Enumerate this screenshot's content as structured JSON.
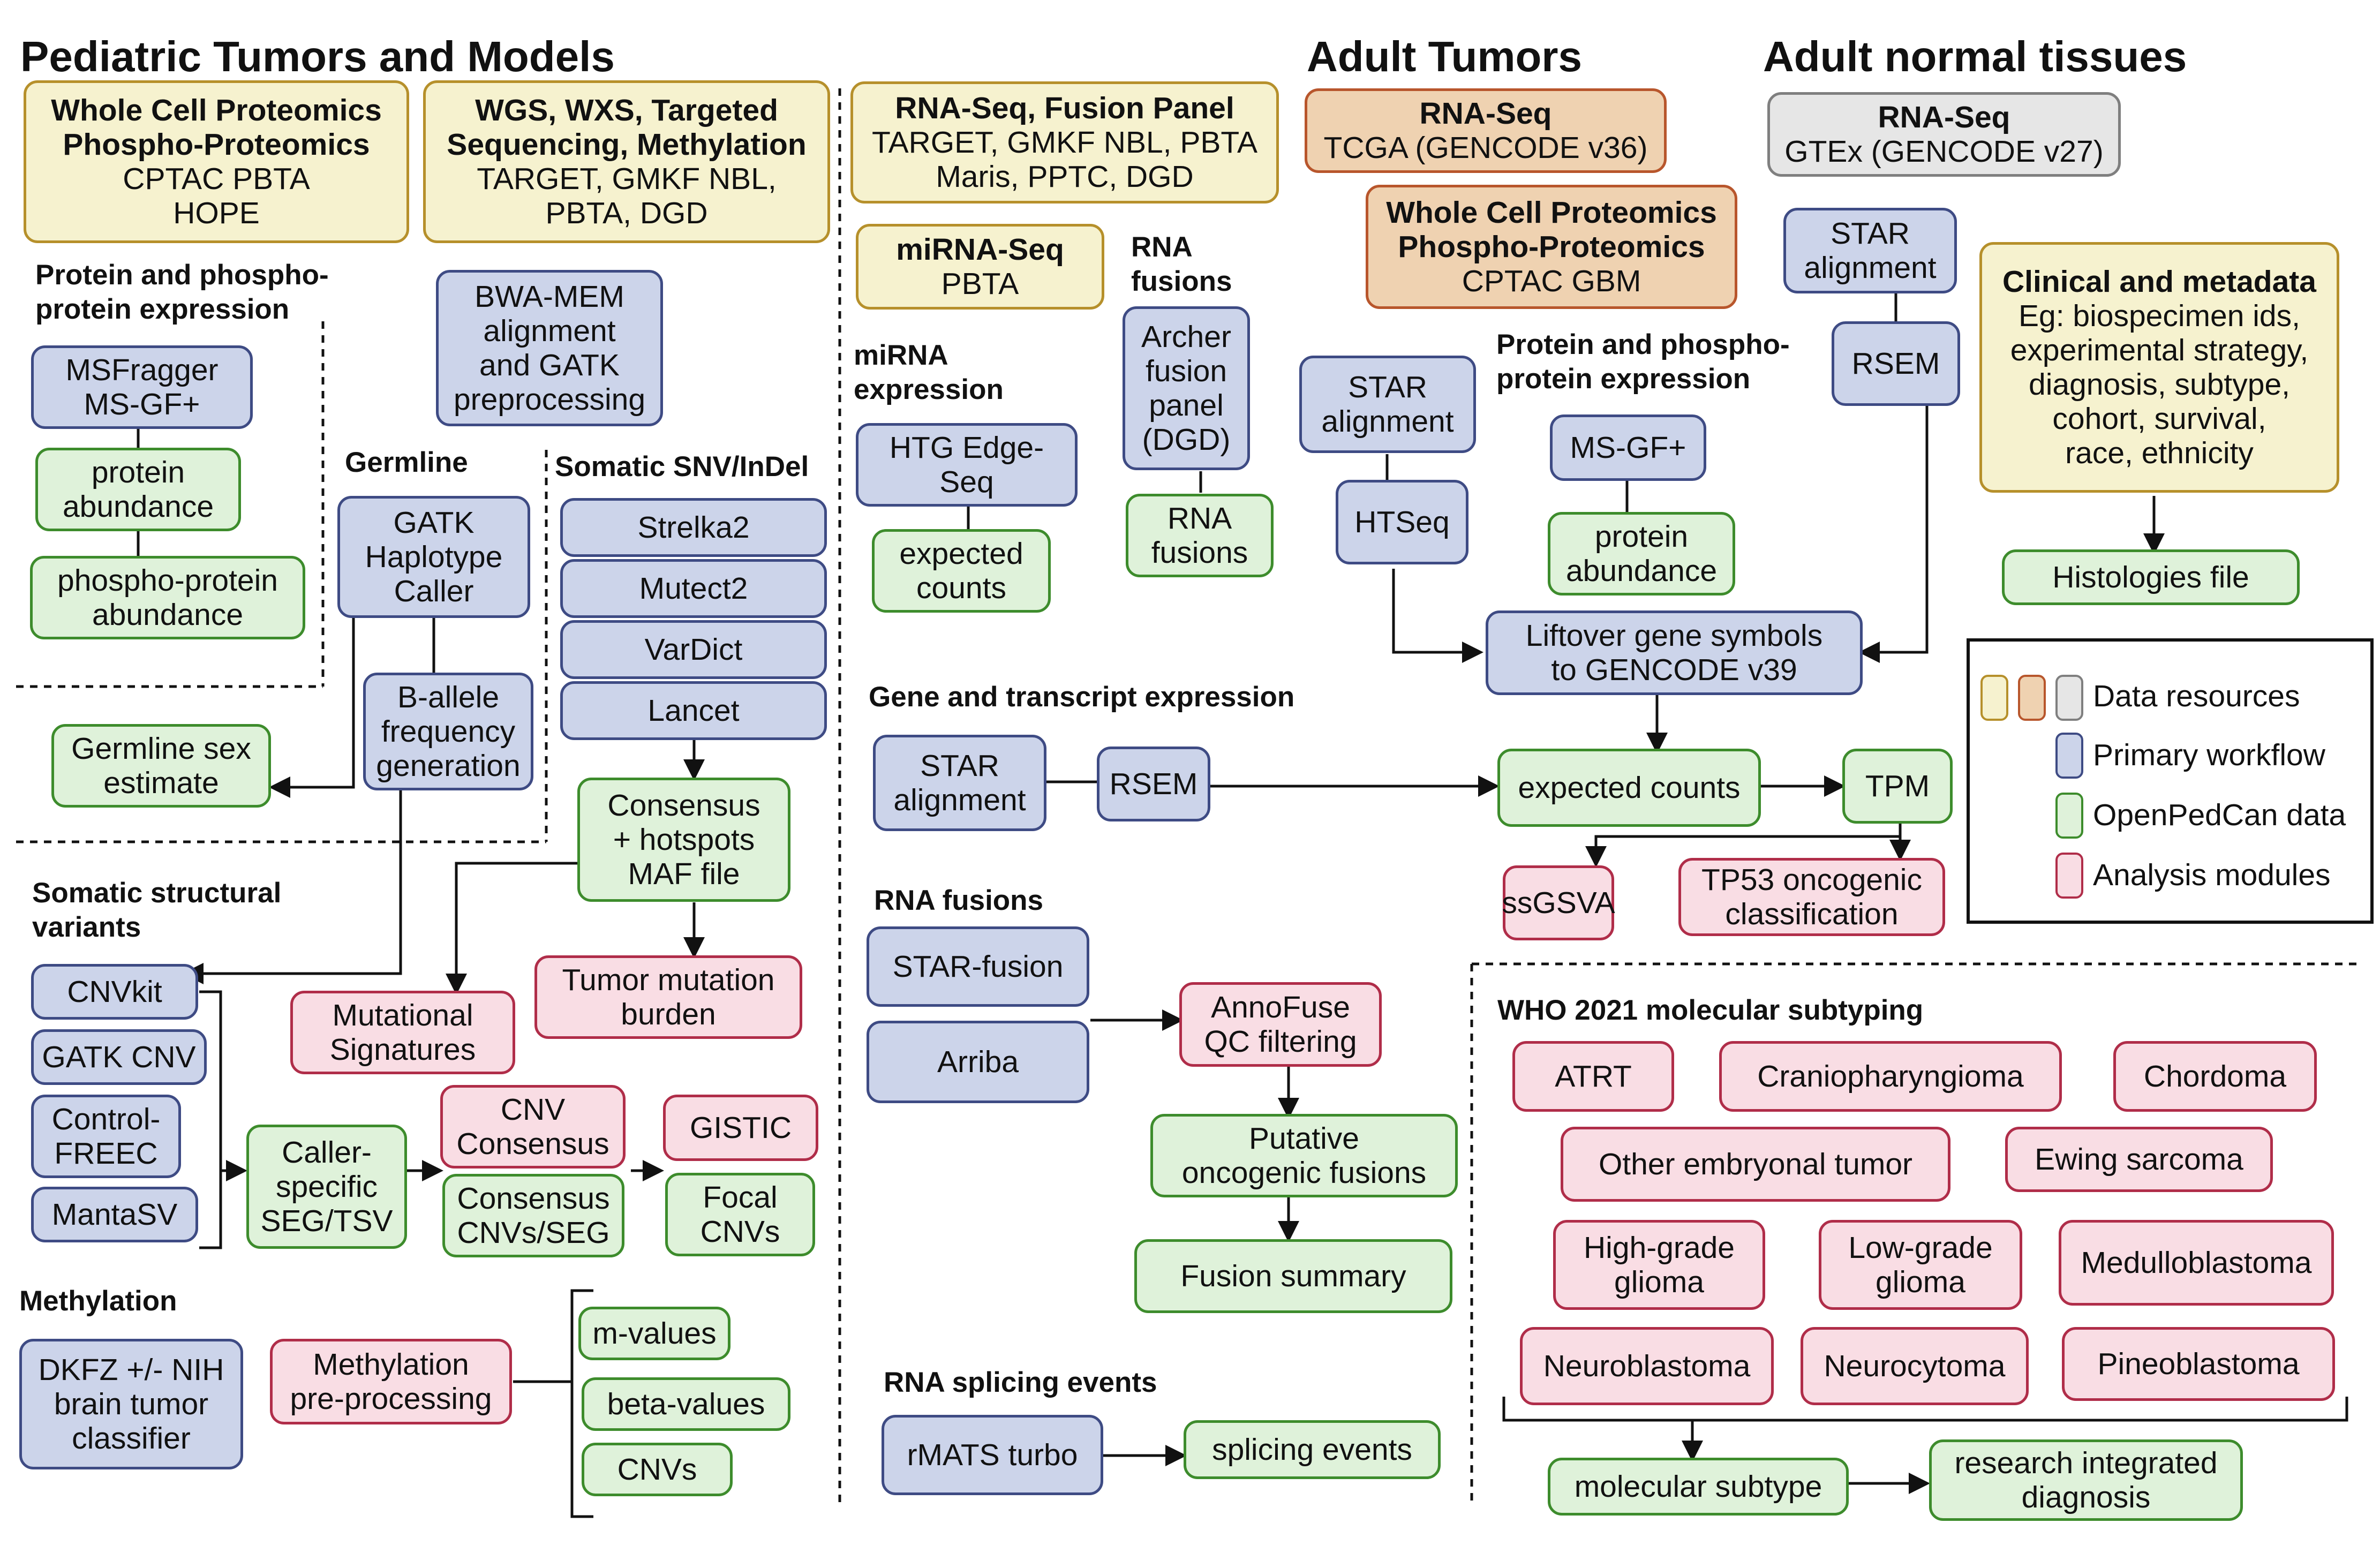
{
  "titles": {
    "pediatric": "Pediatric Tumors and Models",
    "adult_tumors": "Adult Tumors",
    "adult_normal": "Adult normal tissues"
  },
  "sections": {
    "protein_phospho_left": [
      "Protein and phospho-",
      "protein expression"
    ],
    "germline": "Germline",
    "somatic_snv": "Somatic SNV/InDel",
    "somatic_sv": [
      "Somatic structural",
      "variants"
    ],
    "methylation": "Methylation",
    "mirna_expression": [
      "miRNA",
      "expression"
    ],
    "rna_fusions_top": [
      "RNA",
      "fusions"
    ],
    "gene_transcript": "Gene and transcript expression",
    "rna_fusions": "RNA fusions",
    "rna_splicing": "RNA splicing events",
    "protein_phospho_right": [
      "Protein and phospho-",
      "protein expression"
    ],
    "who_subtyping": "WHO 2021 molecular subtyping"
  },
  "resources": {
    "proteomics_ped": [
      "Whole Cell Proteomics",
      "Phospho-Proteomics",
      "CPTAC PBTA",
      "HOPE"
    ],
    "wgs": [
      "WGS, WXS, Targeted",
      "Sequencing, Methylation",
      "TARGET, GMKF NBL,",
      "PBTA, DGD"
    ],
    "rnaseq_fusion": [
      "RNA-Seq, Fusion Panel",
      "TARGET, GMKF NBL, PBTA",
      "Maris, PPTC, DGD"
    ],
    "mirnaseq": [
      "miRNA-Seq",
      "PBTA"
    ],
    "tcga": [
      "RNA-Seq",
      "TCGA (GENCODE v36)"
    ],
    "cptac_gbm": [
      "Whole Cell Proteomics",
      "Phospho-Proteomics",
      "CPTAC GBM"
    ],
    "gtex": [
      "RNA-Seq",
      "GTEx (GENCODE v27)"
    ],
    "clinical": [
      "Clinical and metadata",
      "Eg: biospecimen ids,",
      "experimental strategy,",
      "diagnosis, subtype,",
      "cohort, survival,",
      "race, ethnicity"
    ]
  },
  "nodes": {
    "msfragger": [
      "MSFragger",
      "MS-GF+"
    ],
    "protein_abundance_l": [
      "protein",
      "abundance"
    ],
    "phospho_abundance": [
      "phospho-protein",
      "abundance"
    ],
    "bwa": [
      "BWA-MEM",
      "alignment",
      "and GATK",
      "preprocessing"
    ],
    "gatk_hc": [
      "GATK",
      "Haplotype",
      "Caller"
    ],
    "baf": [
      "B-allele",
      "frequency",
      "generation"
    ],
    "germline_sex": [
      "Germline sex",
      "estimate"
    ],
    "strelka2": "Strelka2",
    "mutect2": "Mutect2",
    "vardict": "VarDict",
    "lancet": "Lancet",
    "consensus_maf": [
      "Consensus",
      "+ hotspots",
      "MAF file"
    ],
    "mut_sig": [
      "Mutational",
      "Signatures"
    ],
    "tmb": [
      "Tumor mutation",
      "burden"
    ],
    "cnvkit": "CNVkit",
    "gatk_cnv": "GATK CNV",
    "controlfreec": [
      "Control-",
      "FREEC"
    ],
    "mantasv": "MantaSV",
    "caller_seg": [
      "Caller-",
      "specific",
      "SEG/TSV"
    ],
    "cnv_consensus": [
      "CNV",
      "Consensus"
    ],
    "consensus_cnvs": [
      "Consensus",
      "CNVs/SEG"
    ],
    "gistic": "GISTIC",
    "focal_cnvs": [
      "Focal",
      "CNVs"
    ],
    "dkfz": [
      "DKFZ +/- NIH",
      "brain tumor",
      "classifier"
    ],
    "meth_preproc": [
      "Methylation",
      "pre-processing"
    ],
    "m_values": "m-values",
    "beta_values": "beta-values",
    "cnvs_meth": "CNVs",
    "htg": [
      "HTG Edge-",
      "Seq"
    ],
    "mirna_counts": [
      "expected",
      "counts"
    ],
    "archer": [
      "Archer",
      "fusion",
      "panel",
      "(DGD)"
    ],
    "rna_fusions_out": [
      "RNA",
      "fusions"
    ],
    "star_gene": [
      "STAR",
      "alignment"
    ],
    "rsem_gene": "RSEM",
    "star_fusion": "STAR-fusion",
    "arriba": "Arriba",
    "annofuse": [
      "AnnoFuse",
      "QC filtering"
    ],
    "putative": [
      "Putative",
      "oncogenic fusions"
    ],
    "fusion_summary": "Fusion summary",
    "rmats": "rMATS turbo",
    "splicing": "splicing events",
    "star_tcga": [
      "STAR",
      "alignment"
    ],
    "htseq": "HTSeq",
    "msgf_r": "MS-GF+",
    "protein_abundance_r": [
      "protein",
      "abundance"
    ],
    "star_gtex": [
      "STAR",
      "alignment"
    ],
    "rsem_gtex": "RSEM",
    "liftover": [
      "Liftover gene symbols",
      "to GENCODE v39"
    ],
    "expected_counts": "expected counts",
    "tpm": "TPM",
    "ssgsva": "ssGSVA",
    "tp53": [
      "TP53 oncogenic",
      "classification"
    ],
    "histologies": "Histologies file",
    "molecular_subtype": "molecular subtype",
    "research_dx": [
      "research integrated",
      "diagnosis"
    ]
  },
  "who_modules": [
    "ATRT",
    "Craniopharyngioma",
    "Chordoma",
    "Other embryonal tumor",
    "Ewing sarcoma",
    "High-grade glioma",
    "Low-grade glioma",
    "Medulloblastoma",
    "Neuroblastoma",
    "Neurocytoma",
    "Pineoblastoma"
  ],
  "legend": {
    "items": [
      "Data resources",
      "Primary workflow",
      "OpenPedCan data",
      "Analysis modules"
    ],
    "colors": {
      "data_resources": [
        "#f6f2cf",
        "#efd2b1",
        "#e6e6e6"
      ],
      "primary_workflow": "#ccd4ea",
      "openpedcan_data": "#dff2da",
      "analysis_modules": "#f9dde4"
    }
  }
}
